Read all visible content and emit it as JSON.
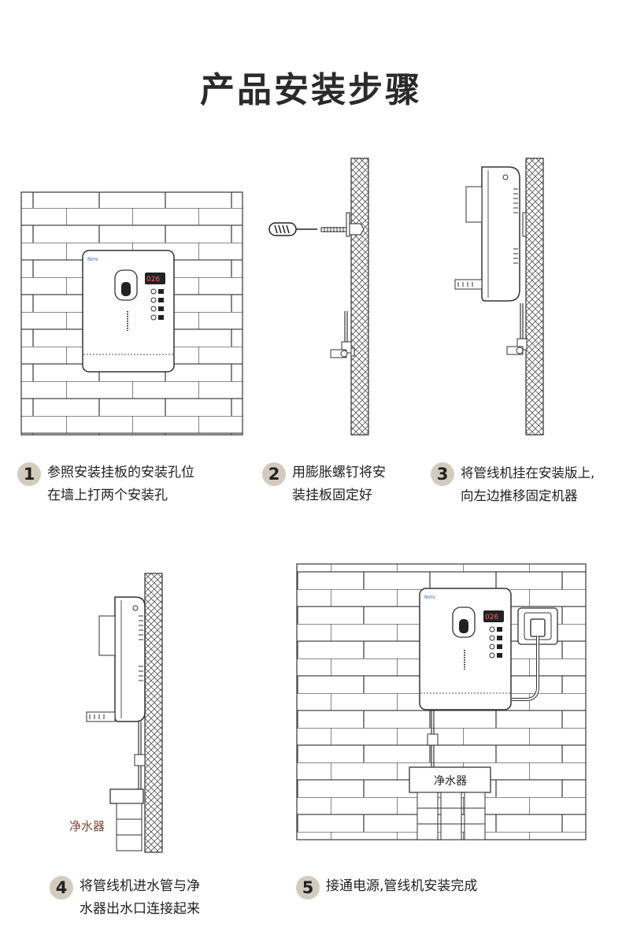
{
  "page_title": "产品安装步骤",
  "device_brand": "Nimi",
  "device_display": "026",
  "purifier_label": "净水器",
  "steps": [
    {
      "num": "1",
      "line1": "参照安装挂板的安装孔位",
      "line2": "在墙上打两个安装孔"
    },
    {
      "num": "2",
      "line1": "用膨胀螺钉将安",
      "line2": "装挂板固定好"
    },
    {
      "num": "3",
      "line1": "将管线机挂在安装版上,",
      "line2": "向左边推移固定机器"
    },
    {
      "num": "4",
      "line1": "将管线机进水管与净",
      "line2": "水器出水口连接起来"
    },
    {
      "num": "5",
      "line1": "接通电源,管线机安装完成",
      "line2": ""
    }
  ],
  "colors": {
    "badge": "#d3cbbd",
    "line": "#3a3a3a",
    "purifier_text": "#7a4a3a"
  }
}
